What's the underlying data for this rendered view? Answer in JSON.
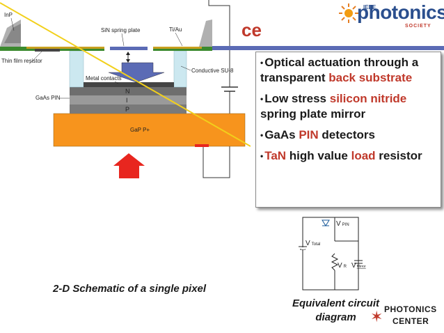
{
  "logo": {
    "ieee": "IEEE",
    "word": "photonics",
    "society": "SOCIETY"
  },
  "title_fragment": "ce",
  "schematic": {
    "labels": {
      "inp": "InP",
      "sin": "SiN spring plate",
      "tiau": "Ti/Au",
      "thin_film": "Thin film resistor",
      "metal": "Metal contacts",
      "conductive": "Conductive SU-8",
      "gaas": "GaAs PIN",
      "n": "N",
      "i": "I",
      "p": "P",
      "gap": "GaP P+"
    },
    "colors": {
      "gap": "#f7941d",
      "arrow": "#e8261f",
      "plate": "#5b6bb5",
      "green": "#3b8a2e",
      "su8": "#cce8f0",
      "yellow_line": "#f2d01b"
    }
  },
  "bullets": [
    {
      "parts": [
        {
          "t": "Optical actuation through a  transparent ",
          "hl": false
        },
        {
          "t": "back substrate",
          "hl": true
        }
      ]
    },
    {
      "parts": [
        {
          "t": "Low stress ",
          "hl": false
        },
        {
          "t": "silicon nitride",
          "hl": true
        },
        {
          "t": " spring plate mirror",
          "hl": false
        }
      ]
    },
    {
      "parts": [
        {
          "t": "GaAs ",
          "hl": false
        },
        {
          "t": "PIN",
          "hl": true
        },
        {
          "t": " detectors",
          "hl": false
        }
      ]
    },
    {
      "parts": [
        {
          "t": "TaN",
          "hl": true
        },
        {
          "t": " high value ",
          "hl": false
        },
        {
          "t": "load",
          "hl": true
        },
        {
          "t": " resistor",
          "hl": false
        }
      ]
    }
  ],
  "circuit": {
    "v_pin": "V",
    "v_pin_sub": "PIN",
    "v_total": "V",
    "v_total_sub": "Total",
    "v_r": "V",
    "v_r_sub": "R",
    "v_mirror": "V",
    "v_mirror_sub": "Mirror"
  },
  "caption_left": "2-D Schematic of a single pixel",
  "caption_right": "Equivalent circuit diagram",
  "footer_logo": {
    "line1": "PHOTONICS",
    "line2": "CENTER"
  }
}
